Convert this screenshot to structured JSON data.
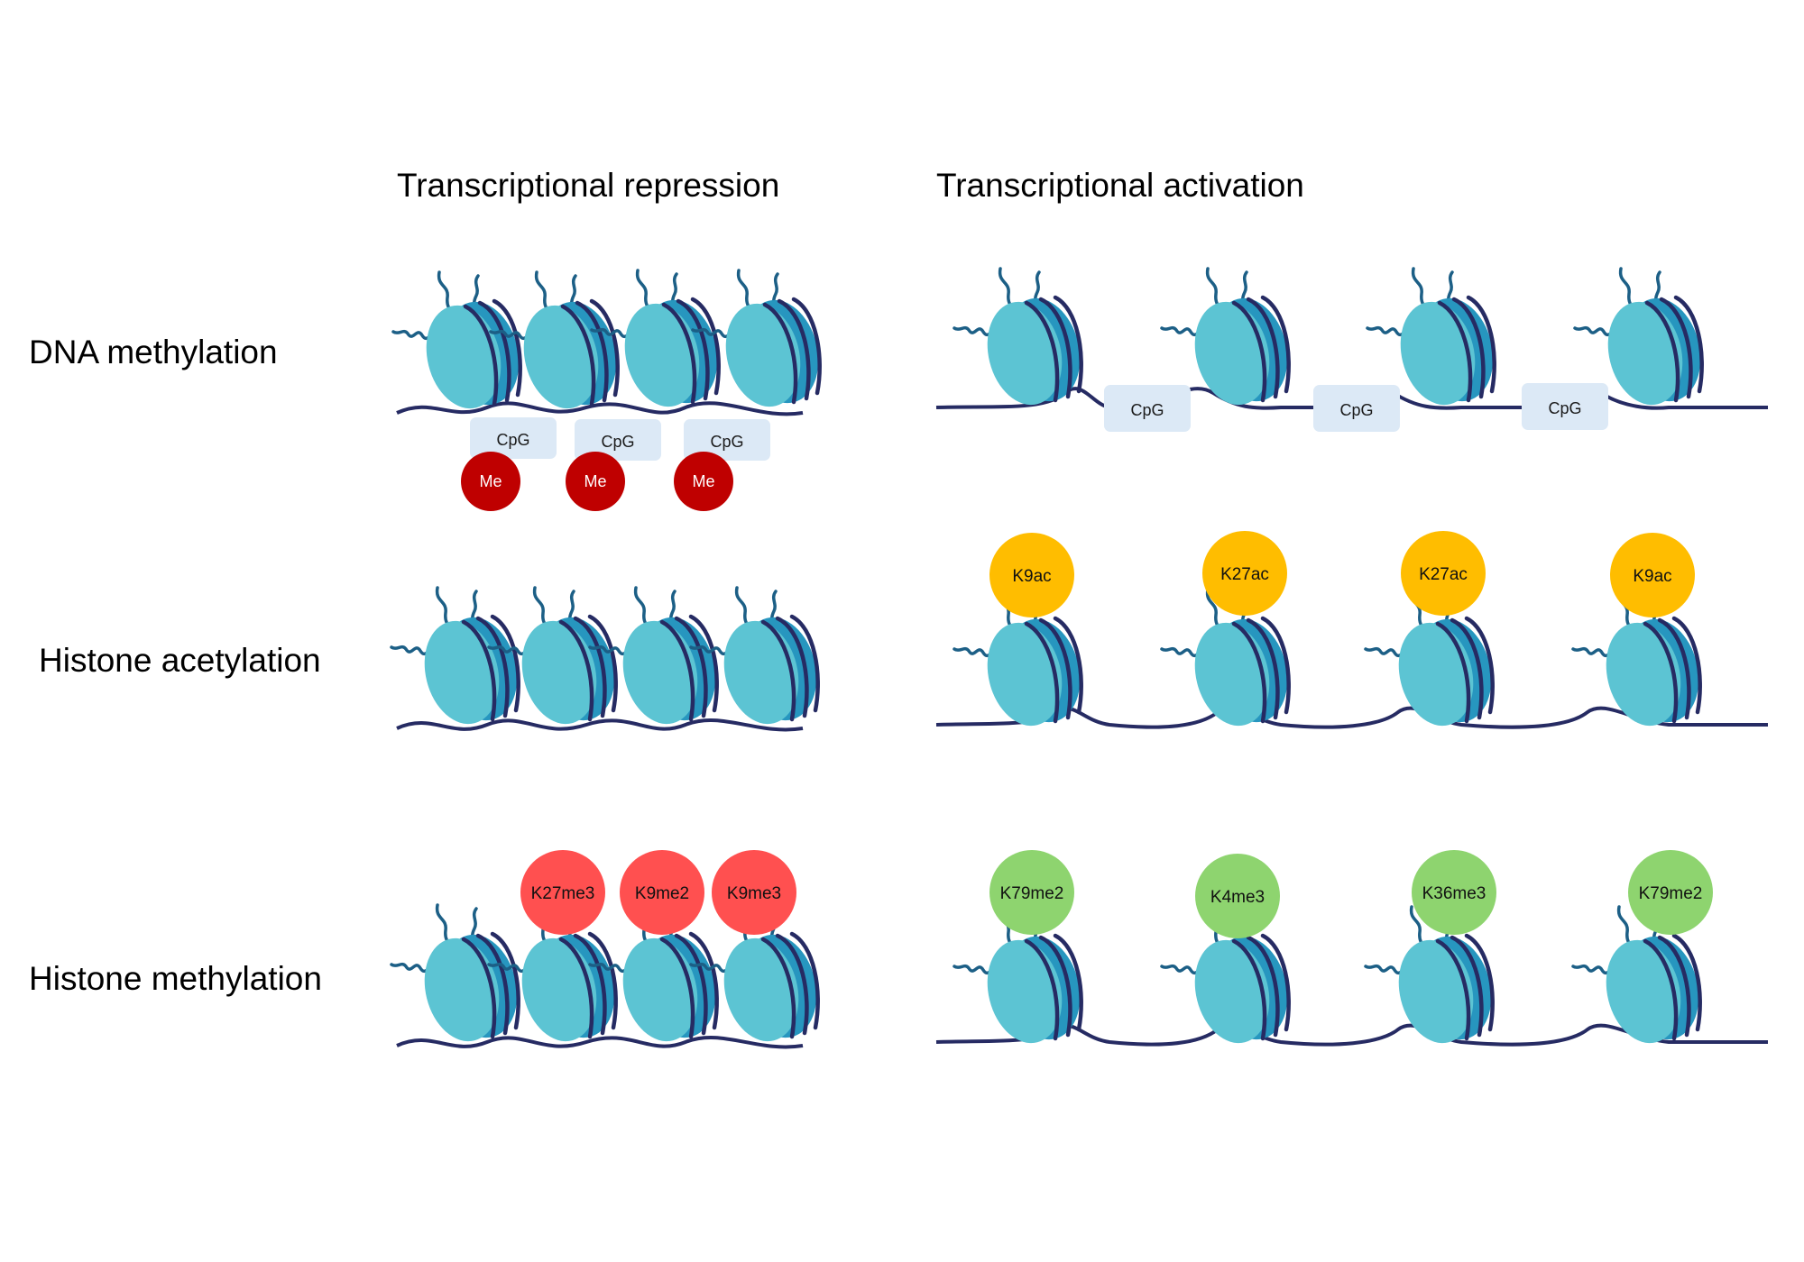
{
  "headers": {
    "repression": "Transcriptional repression",
    "activation": "Transcriptional activation"
  },
  "rows": [
    {
      "label": "DNA methylation",
      "repression": {
        "cpg": [
          "CpG",
          "CpG",
          "CpG"
        ],
        "me": [
          "Me",
          "Me",
          "Me"
        ]
      },
      "activation": {
        "cpg": [
          "CpG",
          "CpG",
          "CpG"
        ]
      }
    },
    {
      "label": "Histone acetylation",
      "activation": {
        "marks": [
          "K9ac",
          "K27ac",
          "K27ac",
          "K9ac"
        ]
      }
    },
    {
      "label": "Histone methylation",
      "repression": {
        "marks": [
          "K27me3",
          "K9me2",
          "K9me3"
        ]
      },
      "activation": {
        "marks": [
          "K79me2",
          "K4me3",
          "K36me3",
          "K79me2"
        ]
      }
    }
  ],
  "colors": {
    "histone_light": "#5cc4d3",
    "histone_dark": "#2796bf",
    "dna": "#262b63",
    "tail": "#1c5f86",
    "cpg_box": "#dce9f6",
    "me": "#bf0000",
    "acetyl": "#ffbd00",
    "repressive_methyl": "#ff5050",
    "active_methyl": "#8ed46f"
  }
}
